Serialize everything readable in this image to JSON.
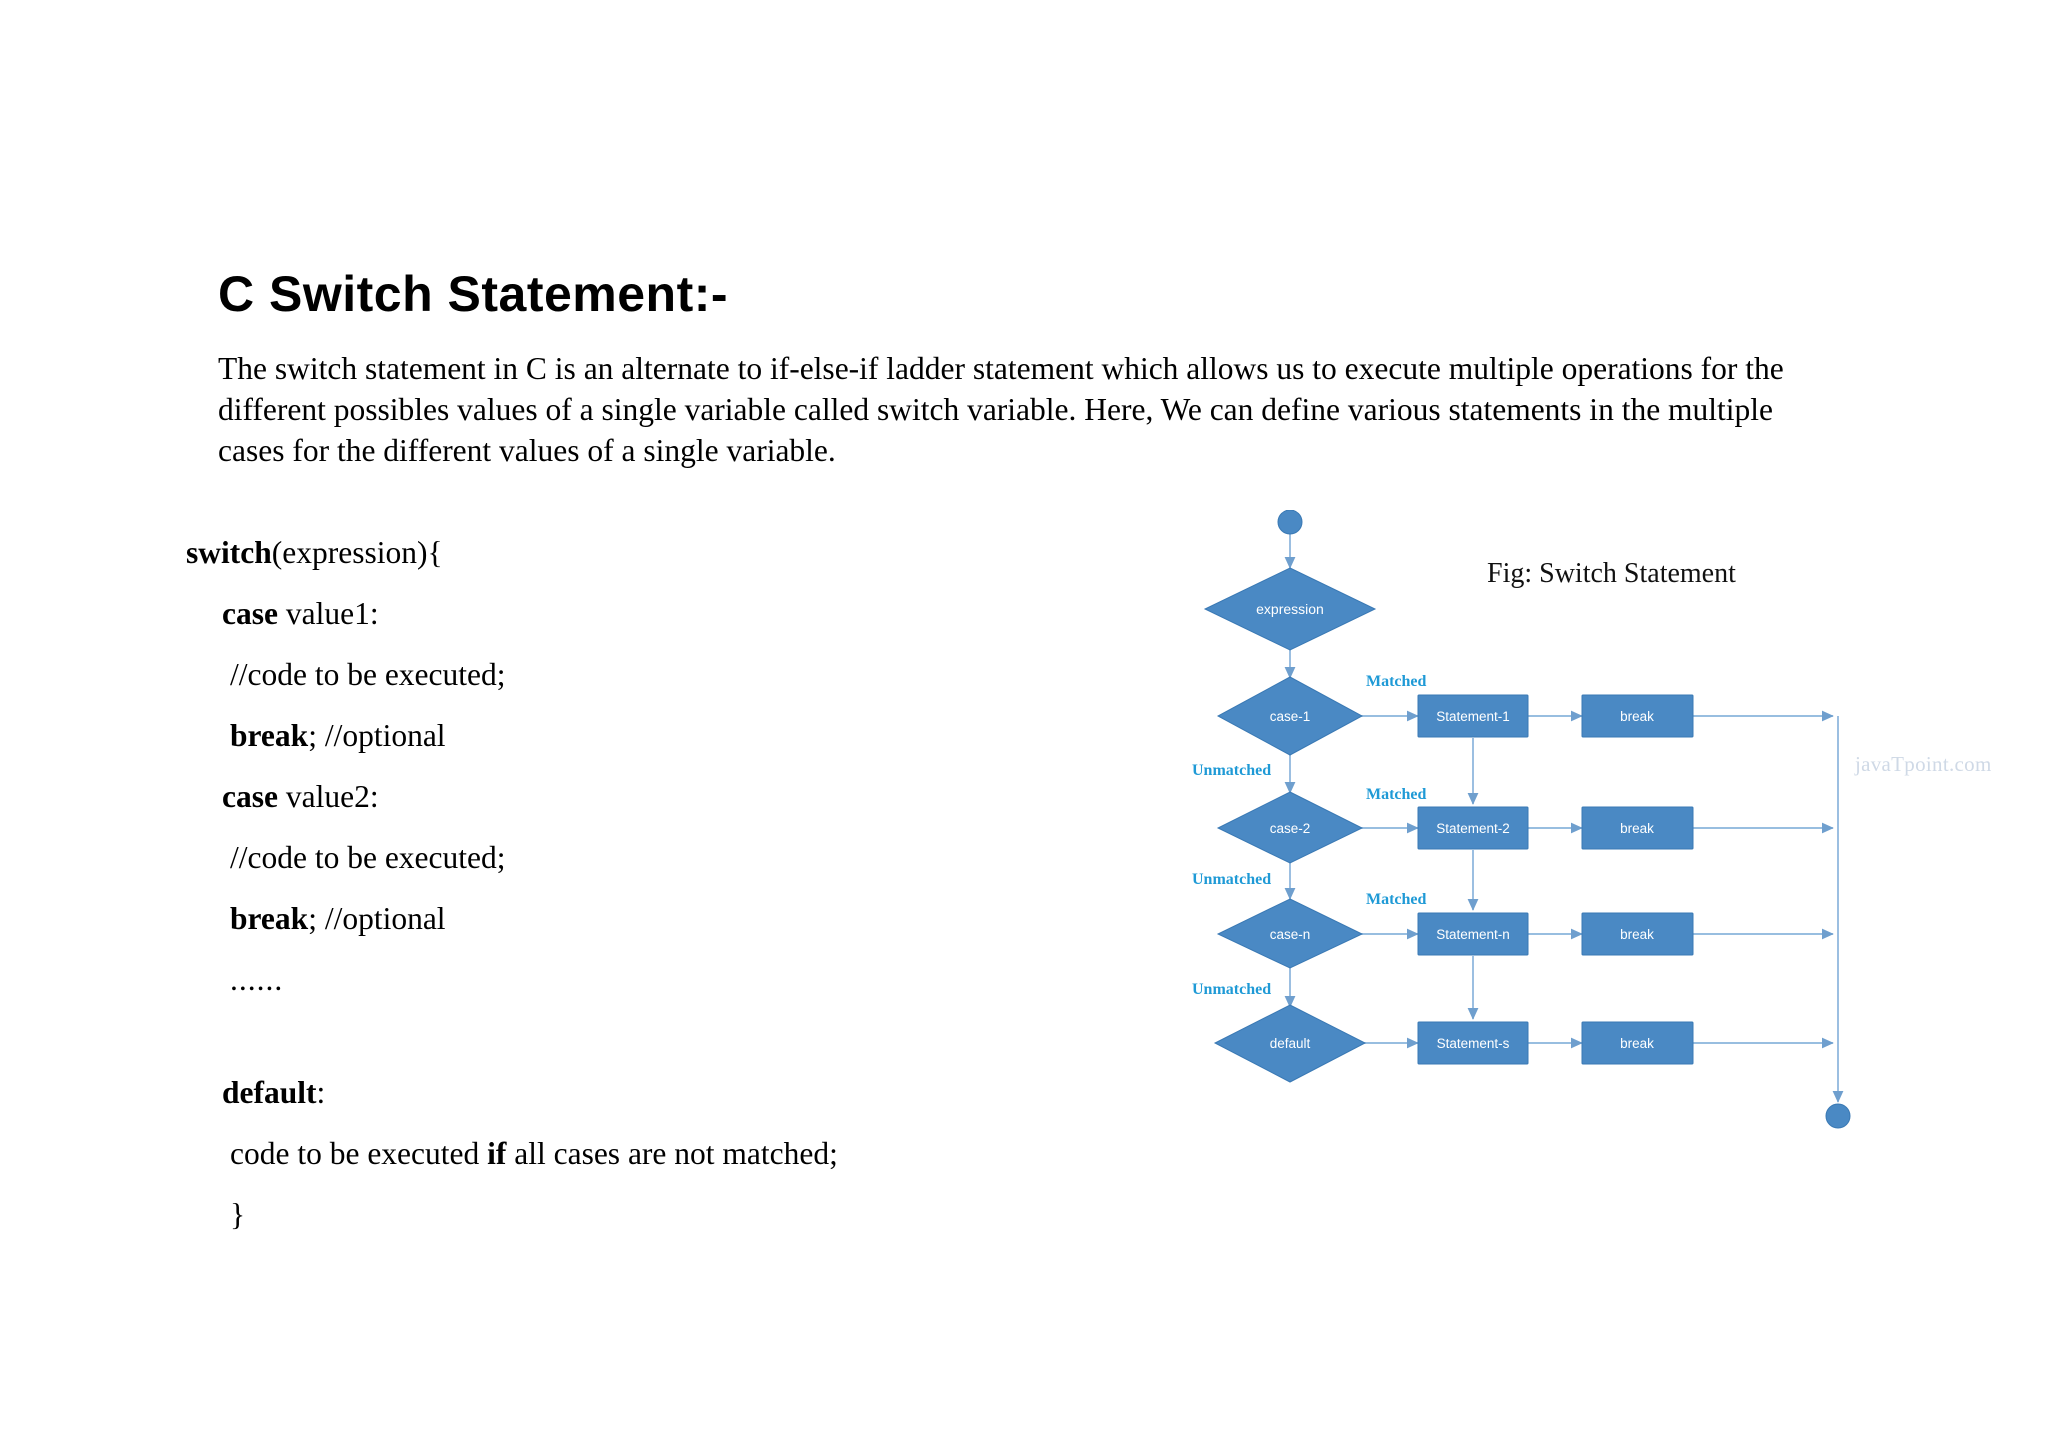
{
  "page": {
    "background": "#ffffff"
  },
  "heading": {
    "text": "C Switch Statement:-"
  },
  "intro": {
    "paragraph": "The switch statement in C is an alternate to if-else-if ladder statement which allows us to execute multiple operations for the different possibles values of a single variable called switch variable. Here, We can define various statements in the multiple cases for the different values of a single variable."
  },
  "code_block": {
    "lines": [
      {
        "id": "switch-open",
        "keyword": "switch",
        "rest": "(expression){",
        "indent": 0
      },
      {
        "id": "case-value1",
        "keyword": "case",
        "rest": " value1:",
        "indent": 1
      },
      {
        "id": "comment-1",
        "keyword": "",
        "rest": "//code to be executed;",
        "indent": 2
      },
      {
        "id": "break-1",
        "keyword": "break",
        "rest": ";  //optional",
        "indent": 2
      },
      {
        "id": "case-value2",
        "keyword": "case",
        "rest": " value2:",
        "indent": 1
      },
      {
        "id": "comment-2",
        "keyword": "",
        "rest": "//code to be executed;",
        "indent": 2
      },
      {
        "id": "break-2",
        "keyword": "break",
        "rest": ";  //optional",
        "indent": 2
      },
      {
        "id": "ellipsis",
        "keyword": "",
        "rest": "......",
        "indent": 2
      },
      {
        "id": "default-label",
        "keyword": "default",
        "rest": ":",
        "indent": 1
      },
      {
        "id": "default-body",
        "keyword": "",
        "rest": " code to be executed if all cases are not matched;",
        "indent": 2,
        "bold_word": "if"
      },
      {
        "id": "close-brace",
        "keyword": "",
        "rest": "}",
        "indent": 2
      }
    ]
  },
  "figure": {
    "caption": "Fig: Switch Statement",
    "watermark": "javaTpoint.com",
    "colors": {
      "node_fill": "#4a89c4",
      "node_stroke": "#3a79b4",
      "connector": "#77a7d4",
      "label_text": "#1f9ad6",
      "node_text": "#ffffff"
    },
    "nodes": {
      "start": "",
      "decision_expression": "expression",
      "decision_case1": "case-1",
      "decision_case2": "case-2",
      "decision_casen": "case-n",
      "decision_default": "default",
      "statement_1": "Statement-1",
      "statement_2": "Statement-2",
      "statement_n": "Statement-n",
      "statement_s": "Statement-s",
      "break_1": "break",
      "break_2": "break",
      "break_n": "break",
      "break_s": "break",
      "end": ""
    },
    "edge_labels": {
      "matched_1": "Matched",
      "unmatched_1": "Unmatched",
      "matched_2": "Matched",
      "unmatched_2": "Unmatched",
      "matched_n": "Matched",
      "unmatched_n": "Unmatched"
    }
  }
}
